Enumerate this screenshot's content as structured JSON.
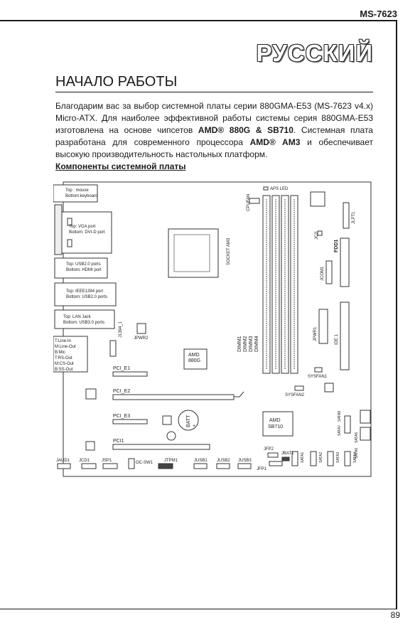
{
  "header": {
    "model": "MS-7623"
  },
  "title": "РУССКИЙ",
  "section": {
    "heading": "НАЧАЛО РАБОТЫ",
    "intro_a": "Благодарим вас за выбор системной платы серии 880GMA-E53 (MS-7623 v4.x) Micro-ATX. Для наиболее эффективной работы системы серия 880GMA-E53 изготовлена на основе чипсетов ",
    "intro_chip": "AMD® 880G & SB710",
    "intro_b": ". Системная плата разработана для современного процессора ",
    "intro_cpu": "AMD® AM3",
    "intro_c": " и обеспечивает высокую производительность настольных платформ.",
    "subheading": "Компоненты системной платы"
  },
  "board": {
    "io": {
      "mouse_kb_1": "Top : mouse",
      "mouse_kb_2": "Bottom:keyboard",
      "vga_1": "Top: VGA port",
      "vga_2": "Bottom: DVI-D port",
      "usb_hdmi_1": "Top: USB2.0  ports",
      "usb_hdmi_2": "Bottom: HDMI port",
      "ieee_1": "Top: IEEE1394  port",
      "ieee_2": "Bottom: USB2.0 ports",
      "lan_1": "Top: LAN Jack",
      "lan_2": "Bottom: USB3.0  ports",
      "audio": [
        "T:Line-In",
        "M:Line-Out",
        "B:Mic",
        "T:RS-Out",
        "M:CS-Out",
        "B:SS-Out"
      ]
    },
    "labels": {
      "aps_led": "APS LED",
      "cpufan": "CPUFAN",
      "jlpt1": "JLPT1",
      "jci1": "JCI1",
      "fdd1": "FDD1",
      "jcom1": "JCOM1",
      "socket": "SOCKET AM3",
      "jpwr2": "JPWR2",
      "j1394": "J1394_1",
      "jpwr1": "JPWR1",
      "ide1": "IDE 1",
      "dimm": [
        "DIMM1",
        "DIMM2",
        "DIMM3",
        "DIMM4"
      ],
      "amd_nb_1": "AMD",
      "amd_nb_2": "880G",
      "sysfan1": "SYSFAN1",
      "sysfan2": "SYSFAN2",
      "pci_e1": "PCI_E1",
      "pci_e2": "PCI_E2",
      "pci_e3": "PCI_E3",
      "pci1": "PCI1",
      "batt": "BATT",
      "batt_plus": "+",
      "amd_sb_1": "AMD",
      "amd_sb_2": "SB710",
      "jfp2": "JFP2",
      "jbat1": "JBAT1",
      "jfp1": "JFP1",
      "jaud1": "JAUD1",
      "jcd1": "JCD1",
      "jsp1": "JSP1",
      "ocsw1": "OC-SW1",
      "jtpm1": "JTPM1",
      "jusb1": "JUSB1",
      "jusb2": "JUSB2",
      "jusb3": "JUSB3",
      "sata": [
        "SATA1",
        "SATA2",
        "SATA3",
        "SATA4",
        "SATA5",
        "SATA6",
        "SATA7",
        "SATA8"
      ]
    }
  },
  "footer": {
    "page": "89"
  }
}
